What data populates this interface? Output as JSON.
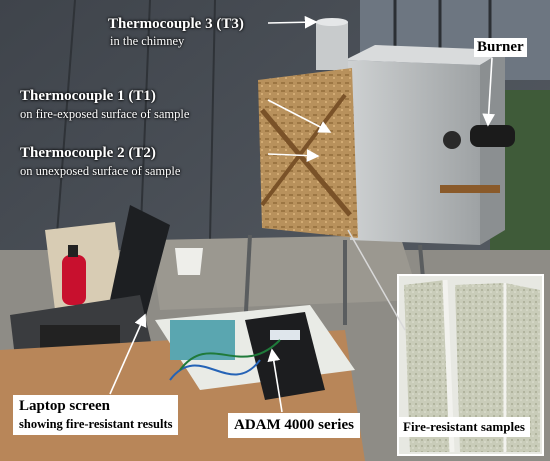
{
  "labels": {
    "t3": {
      "title": "Thermocouple 3 (T3)",
      "sub": "in the chimney"
    },
    "t1": {
      "title": "Thermocouple 1 (T1)",
      "sub": "on fire-exposed surface of sample"
    },
    "t2": {
      "title": "Thermocouple 2 (T2)",
      "sub": "on unexposed surface of sample"
    },
    "burner": "Burner",
    "laptop": {
      "title": "Laptop screen",
      "sub": "showing fire-resistant results"
    },
    "adam": "ADAM 4000 series",
    "samples": "Fire-resistant samples"
  },
  "colors": {
    "wall": "#4a5058",
    "box_steel": "#b9bcbd",
    "board": "#b58a55",
    "label_text": "#ffffff",
    "extinguisher": "#c8102e"
  }
}
